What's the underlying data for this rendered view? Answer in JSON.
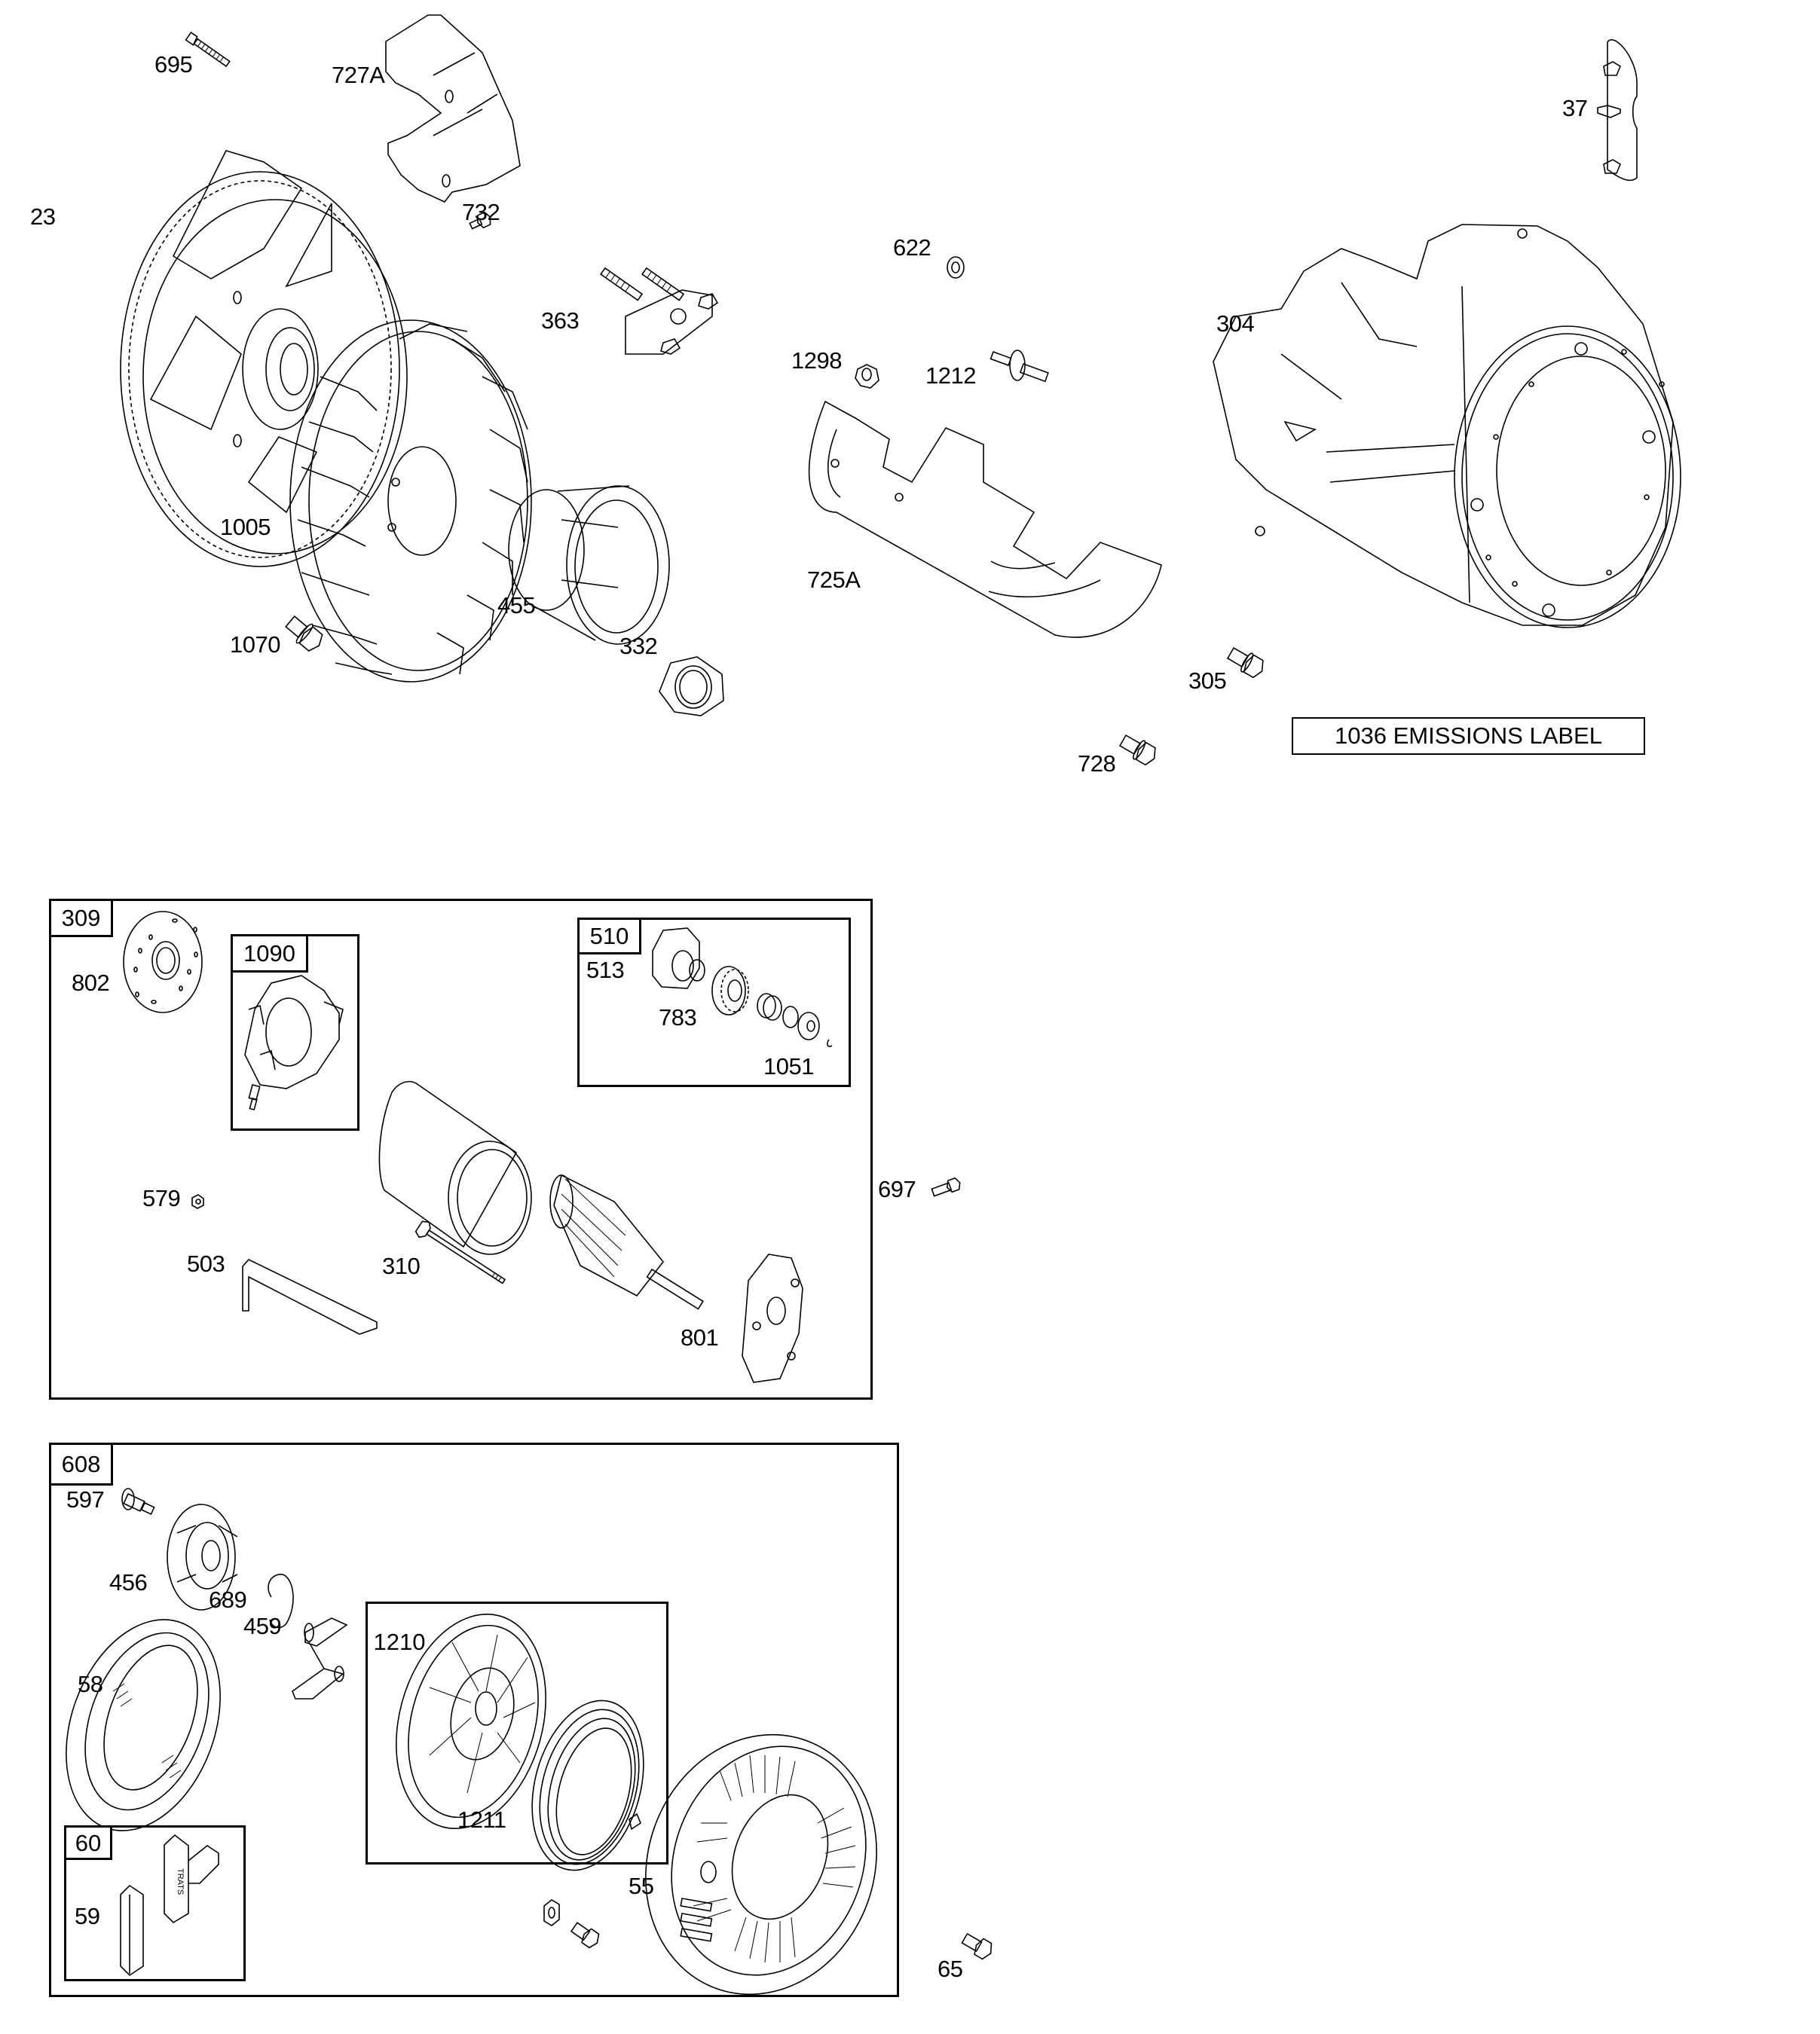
{
  "diagram": {
    "type": "exploded-parts-diagram",
    "ink_color": "#000000",
    "background": "#ffffff"
  },
  "top_section": {
    "parts": [
      {
        "id": "695",
        "label": "695",
        "icon": "screw-icon"
      },
      {
        "id": "727A",
        "label": "727A",
        "icon": "bracket-icon"
      },
      {
        "id": "23",
        "label": "23",
        "icon": "flywheel-icon"
      },
      {
        "id": "732",
        "label": "732",
        "icon": "screw-icon"
      },
      {
        "id": "363",
        "label": "363",
        "icon": "flywheel-puller-icon"
      },
      {
        "id": "1005",
        "label": "1005",
        "icon": "fan-icon"
      },
      {
        "id": "1070",
        "label": "1070",
        "icon": "bolt-icon"
      },
      {
        "id": "455",
        "label": "455",
        "icon": "starter-cup-icon"
      },
      {
        "id": "332",
        "label": "332",
        "icon": "nut-icon"
      },
      {
        "id": "622",
        "label": "622",
        "icon": "washer-icon"
      },
      {
        "id": "1298",
        "label": "1298",
        "icon": "nut-icon"
      },
      {
        "id": "1212",
        "label": "1212",
        "icon": "stud-icon"
      },
      {
        "id": "725A",
        "label": "725A",
        "icon": "shield-icon"
      },
      {
        "id": "304",
        "label": "304",
        "icon": "blower-housing-icon"
      },
      {
        "id": "305",
        "label": "305",
        "icon": "bolt-icon"
      },
      {
        "id": "728",
        "label": "728",
        "icon": "bolt-icon"
      },
      {
        "id": "37",
        "label": "37",
        "icon": "plate-icon"
      }
    ],
    "emissions_label": "1036 EMISSIONS LABEL"
  },
  "starter_motor_group": {
    "tag": "309",
    "parts": [
      {
        "id": "802",
        "label": "802",
        "icon": "end-cap-icon"
      },
      {
        "id": "579",
        "label": "579",
        "icon": "nut-icon"
      },
      {
        "id": "503",
        "label": "503",
        "icon": "bracket-icon"
      },
      {
        "id": "310",
        "label": "310",
        "icon": "through-bolt-icon"
      },
      {
        "id": "801",
        "label": "801",
        "icon": "drive-end-cap-icon"
      }
    ],
    "brush_kit": {
      "tag": "1090"
    },
    "drive_kit": {
      "tag": "510",
      "parts": [
        {
          "id": "513",
          "label": "513",
          "icon": "drive-housing-icon"
        },
        {
          "id": "783",
          "label": "783",
          "icon": "pinion-gear-icon"
        },
        {
          "id": "1051",
          "label": "1051",
          "icon": "retainer-icon"
        }
      ]
    },
    "outside_part": {
      "id": "697",
      "label": "697",
      "icon": "screw-icon"
    }
  },
  "rewind_starter_group": {
    "tag": "608",
    "parts": [
      {
        "id": "597",
        "label": "597",
        "icon": "screw-icon"
      },
      {
        "id": "456",
        "label": "456",
        "icon": "retainer-icon"
      },
      {
        "id": "689",
        "label": "689",
        "icon": "ring-icon"
      },
      {
        "id": "459",
        "label": "459",
        "icon": "dog-icon"
      },
      {
        "id": "58",
        "label": "58",
        "icon": "spring-icon"
      },
      {
        "id": "55",
        "label": "55",
        "icon": "starter-housing-icon"
      }
    ],
    "pulley_kit": {
      "tag": "1210",
      "parts": [
        {
          "id": "1211",
          "label": "1211",
          "icon": "rewind-spring-icon"
        }
      ]
    },
    "handle_kit": {
      "tag": "60",
      "parts": [
        {
          "id": "59",
          "label": "59",
          "icon": "handle-insert-icon"
        }
      ],
      "handle_text": "TRATS"
    },
    "outside_part": {
      "id": "65",
      "label": "65",
      "icon": "bolt-icon"
    }
  }
}
